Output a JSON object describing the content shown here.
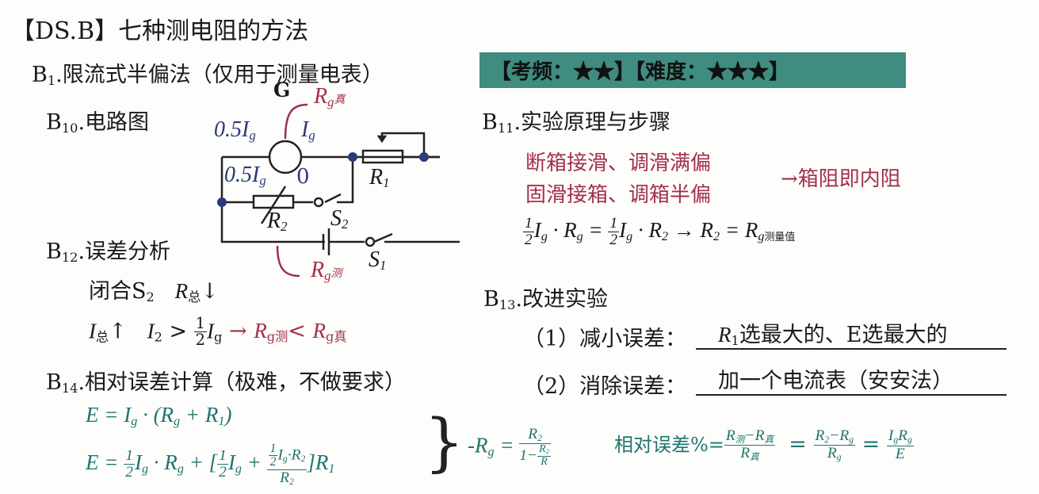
{
  "title": "【DS.B】七种测电阻的方法",
  "b1": {
    "prefix": "B",
    "sub": "1",
    "text": ".限流式半偏法（仅用于测量电表）"
  },
  "banner": "【考频：★★】【难度：★★★】",
  "b10": {
    "prefix": "B",
    "sub": "10",
    "text": ".电路图"
  },
  "b11": {
    "prefix": "B",
    "sub": "11",
    "text": ".实验原理与步骤"
  },
  "b12": {
    "prefix": "B",
    "sub": "12",
    "text": ".误差分析"
  },
  "b13": {
    "prefix": "B",
    "sub": "13",
    "text": ".改进实验"
  },
  "b14": {
    "prefix": "B",
    "sub": "14",
    "text": ".相对误差计算（极难，不做要求）"
  },
  "circuit": {
    "g": "G",
    "rg_true": "真",
    "rg_meas": "测",
    "half": "0.5",
    "zero": "0",
    "r1": "1",
    "r2": "2",
    "s1": "1",
    "s2": "2"
  },
  "steps": {
    "line1": "断箱接滑、调滑满偏",
    "line2": "固滑接箱、调箱半偏",
    "result": "→箱阻即内阻"
  },
  "principle": {
    "meas": "测量值"
  },
  "error": {
    "line1": "闭合S",
    "total": "总"
  },
  "improve": {
    "i1_label": "（1）减小误差：",
    "i1_text": "选最大的、E选最大的",
    "i2_label": "（2）消除误差：",
    "i2_text": "加一个电流表（安安法）"
  },
  "relative": {
    "label": "相对误差%="
  }
}
